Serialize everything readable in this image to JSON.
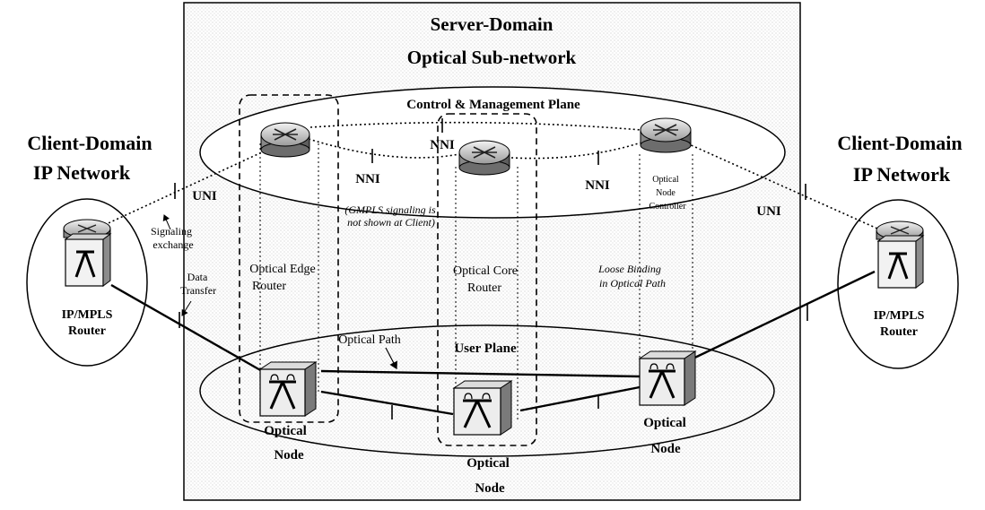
{
  "server_domain": {
    "title_line1": "Server-Domain",
    "title_line2": "Optical Sub-network"
  },
  "client_left": {
    "title_line1": "Client-Domain",
    "title_line2": "IP Network",
    "router_line1": "IP/MPLS",
    "router_line2": "Router"
  },
  "client_right": {
    "title_line1": "Client-Domain",
    "title_line2": "IP Network",
    "router_line1": "IP/MPLS",
    "router_line2": "Router"
  },
  "planes": {
    "control": "Control & Management Plane",
    "user": "User Plane"
  },
  "interfaces": {
    "nni": "NNI",
    "uni": "UNI"
  },
  "notes": {
    "gmpls_line1": "(GMPLS signaling is",
    "gmpls_line2": "not shown at Client)",
    "signaling_line1": "Signaling",
    "signaling_line2": "exchange",
    "data_line1": "Data",
    "data_line2": "Transfer",
    "loose_line1": "Loose Binding",
    "loose_line2": "in Optical Path",
    "optical_path": "Optical Path"
  },
  "routers": {
    "edge_line1": "Optical Edge",
    "edge_line2": "Router",
    "core_line1": "Optical Core",
    "core_line2": "Router",
    "controller_line1": "Optical",
    "controller_line2": "Node",
    "controller_line3": "Controller"
  },
  "nodes": {
    "line1": "Optical",
    "line2": "Node"
  }
}
